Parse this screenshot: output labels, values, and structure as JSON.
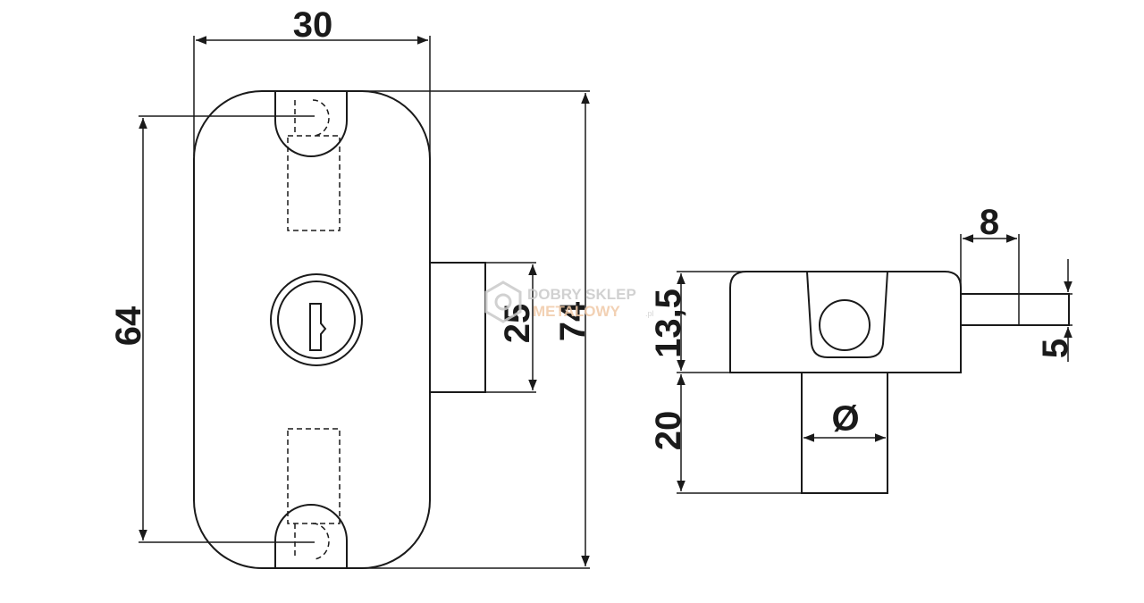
{
  "drawing": {
    "front_view": {
      "dims": {
        "width": "30",
        "height_total": "74",
        "hole_spacing": "64",
        "bolt_height": "25"
      }
    },
    "side_view": {
      "dims": {
        "body_height": "13,5",
        "cylinder_length": "20",
        "diameter": "Ø",
        "bolt_projection": "8",
        "bolt_thickness": "5"
      }
    },
    "watermark": {
      "line1": "DOBRY SKLEP",
      "line2": "METALOWY",
      "suffix": ".pl"
    }
  },
  "colors": {
    "line": "#1a1a1a",
    "watermark_gray": "#c9c9c9",
    "watermark_orange": "#f0c9a8"
  }
}
